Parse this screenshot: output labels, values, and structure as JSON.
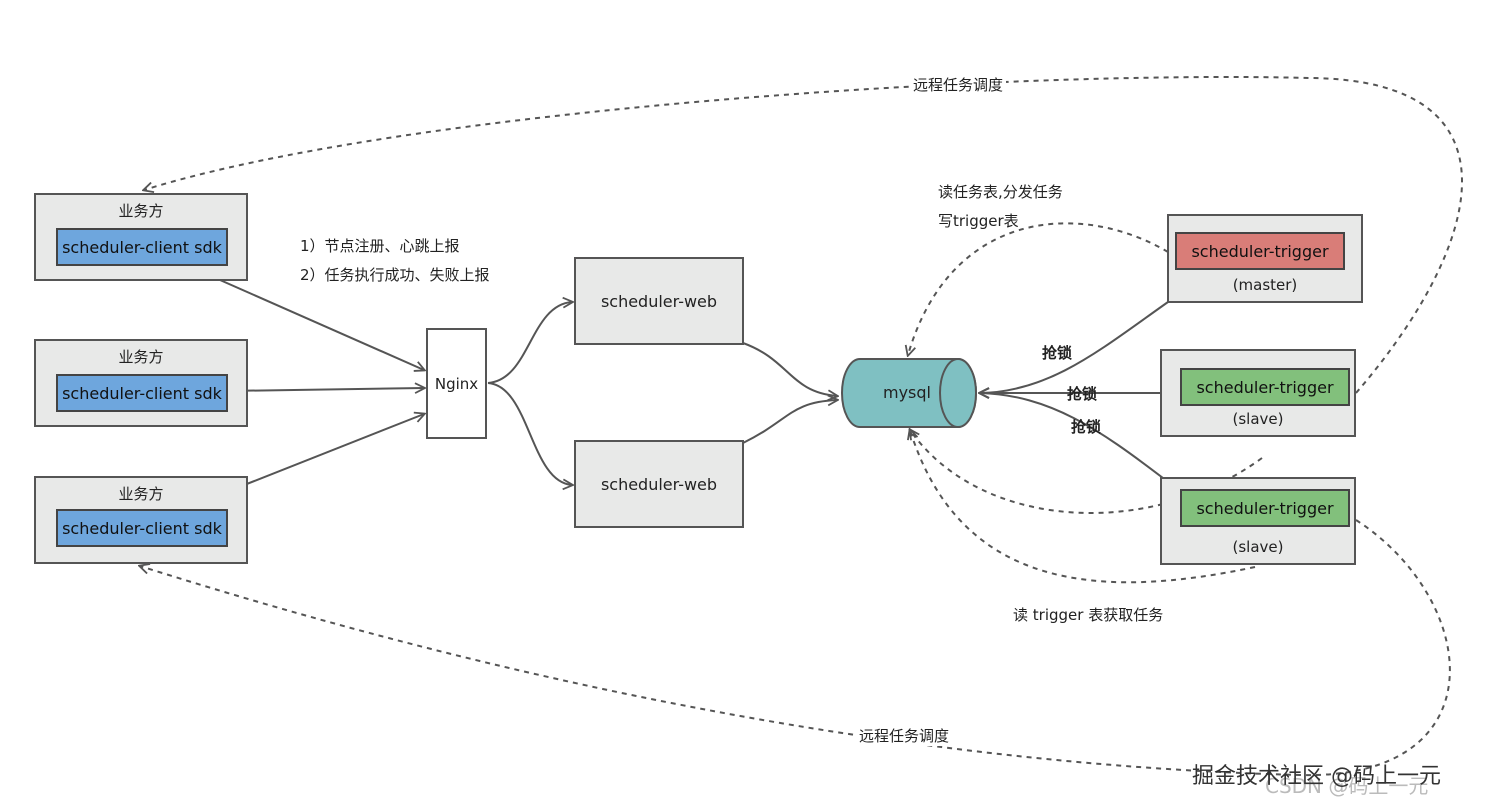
{
  "business_label": "业务方",
  "client_label": "scheduler-client sdk",
  "nginx_label": "Nginx",
  "web_label": "scheduler-web",
  "mysql_label": "mysql",
  "trigger_label": "scheduler-trigger",
  "master_label": "(master)",
  "slave_label": "(slave)",
  "notes": {
    "report_line1": "1）节点注册、心跳上报",
    "report_line2": "2）任务执行成功、失败上报",
    "read_dispatch": "读任务表,分发任务",
    "write_trigger": "写trigger表",
    "lock": "抢锁",
    "read_trigger": "读 trigger 表获取任务",
    "remote_dispatch": "远程任务调度"
  },
  "watermark": {
    "main": "掘金技术社区 @码上一元",
    "faded": "CSDN @码上一元"
  },
  "colors": {
    "box_bg": "#e8e9e8",
    "client_blue": "#6ea6dd",
    "master_red": "#d97d78",
    "slave_green": "#82c07c",
    "mysql_teal": "#7fc0c2",
    "line": "#555555"
  }
}
